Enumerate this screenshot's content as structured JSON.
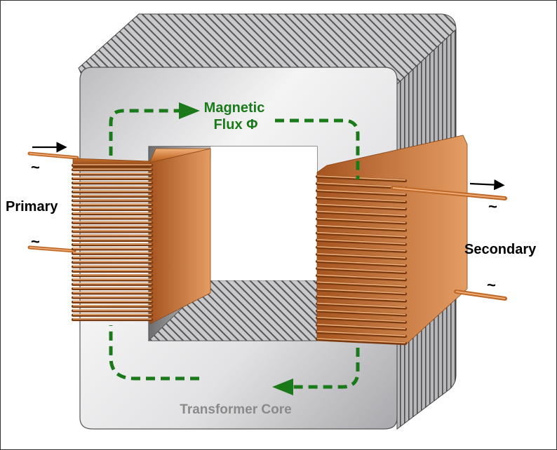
{
  "labels": {
    "primary": "Primary",
    "secondary": "Secondary",
    "flux_line1": "Magnetic",
    "flux_line2": "Flux Φ",
    "core": "Transformer Core",
    "ac_symbol": "~"
  },
  "colors": {
    "flux": "#1a7a1a",
    "copper": "#d98a4a",
    "copper_dark": "#8a4614",
    "core_face": "#d4d4d6",
    "core_label": "#8a8a8a",
    "text": "#000000"
  },
  "icons": {
    "current_arrow": "right-arrow",
    "flux_arrow": "triangle-arrowhead",
    "ac_source": "sine-wave"
  }
}
